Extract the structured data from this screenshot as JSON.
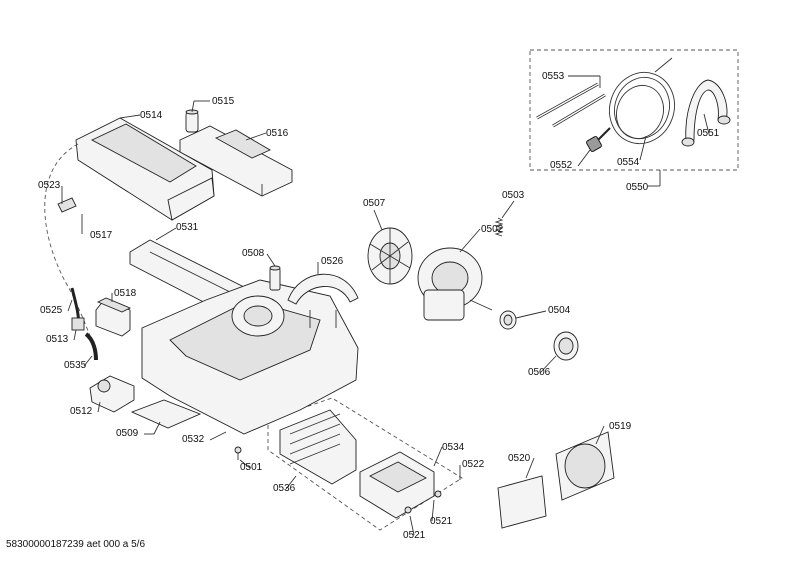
{
  "parts": [
    {
      "id": "p0553",
      "label": "0553"
    },
    {
      "id": "p0551",
      "label": "0551"
    },
    {
      "id": "p0552",
      "label": "0552"
    },
    {
      "id": "p0554",
      "label": "0554"
    },
    {
      "id": "p0550",
      "label": "0550"
    },
    {
      "id": "p0514",
      "label": "0514"
    },
    {
      "id": "p0515",
      "label": "0515"
    },
    {
      "id": "p0516",
      "label": "0516"
    },
    {
      "id": "p0523",
      "label": "0523"
    },
    {
      "id": "p0517",
      "label": "0517"
    },
    {
      "id": "p0531",
      "label": "0531"
    },
    {
      "id": "p0507",
      "label": "0507"
    },
    {
      "id": "p0503",
      "label": "0503"
    },
    {
      "id": "p0502",
      "label": "0502"
    },
    {
      "id": "p0508",
      "label": "0508"
    },
    {
      "id": "p0526",
      "label": "0526"
    },
    {
      "id": "p0518",
      "label": "0518"
    },
    {
      "id": "p0525",
      "label": "0525"
    },
    {
      "id": "p0513",
      "label": "0513"
    },
    {
      "id": "p0504",
      "label": "0504"
    },
    {
      "id": "p0535",
      "label": "0535"
    },
    {
      "id": "p0506",
      "label": "0506"
    },
    {
      "id": "p0512",
      "label": "0512"
    },
    {
      "id": "p0509",
      "label": "0509"
    },
    {
      "id": "p0532",
      "label": "0532"
    },
    {
      "id": "p0519",
      "label": "0519"
    },
    {
      "id": "p0534",
      "label": "0534"
    },
    {
      "id": "p0520",
      "label": "0520"
    },
    {
      "id": "p0522",
      "label": "0522"
    },
    {
      "id": "p0501",
      "label": "0501"
    },
    {
      "id": "p0536",
      "label": "0536"
    },
    {
      "id": "p0521a",
      "label": "0521"
    },
    {
      "id": "p0521b",
      "label": "0521"
    }
  ],
  "footer": "58300000187239 aet 000 a 5/6"
}
